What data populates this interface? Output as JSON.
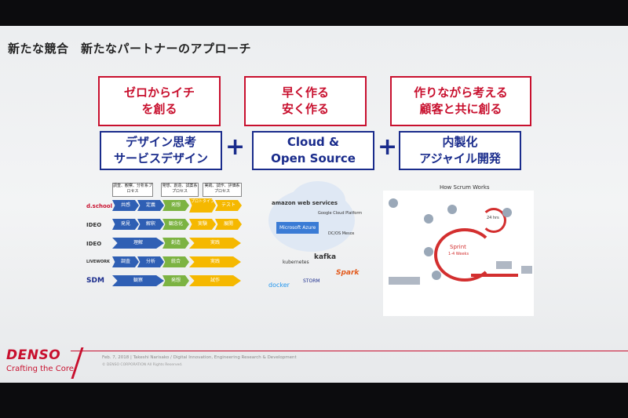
{
  "slide": {
    "title": "新たな競合　新たなパートナーのアプローチ",
    "red_boxes": [
      {
        "line1": "ゼロからイチ",
        "line2": "を創る"
      },
      {
        "line1": "早く作る",
        "line2": "安く作る"
      },
      {
        "line1": "作りながら考える",
        "line2": "顧客と共に創る"
      }
    ],
    "blue_boxes": [
      {
        "line1": "デザイン思考",
        "line2": "サービスデザイン"
      },
      {
        "line1": "Cloud &",
        "line2": "Open Source"
      },
      {
        "line1": "内製化",
        "line2": "アジャイル開発"
      }
    ],
    "plus_sign": "+",
    "process_chart": {
      "headers": [
        "調査、観察、分析系プロセス",
        "発想、創造、試案系プロセス",
        "実践、試作、評価系プロセス"
      ],
      "rows": [
        {
          "logo": "d.school",
          "cells": [
            "共感",
            "定義",
            "発想",
            "プロトタイプ",
            "テスト"
          ]
        },
        {
          "logo": "IDEO",
          "cells": [
            "発見",
            "解釈",
            "観念化",
            "実験",
            "展開"
          ]
        },
        {
          "logo": "IDEO",
          "cells": [
            "理解",
            "創造",
            "実践"
          ]
        },
        {
          "logo": "LIVEWORK",
          "cells": [
            "調査",
            "分析",
            "統合",
            "実践"
          ]
        },
        {
          "logo": "SDM",
          "cells": [
            "観察",
            "発想",
            "試作"
          ]
        }
      ]
    },
    "cloud_logos": [
      "amazon web services",
      "Google Cloud Platform",
      "Microsoft Azure",
      "DC/OS Mesos",
      "kubernetes",
      "kafka",
      "docker",
      "STORM",
      "Spark"
    ],
    "scrum": {
      "title": "How Scrum Works",
      "sprint_label": "Sprint",
      "sprint_duration": "1-4 Weeks",
      "daily": "24 hrs"
    },
    "footer": {
      "brand": "DENSO",
      "tagline": "Crafting the Core",
      "text": "Feb. 7, 2018 | Takeshi Narisako / Digital Innovation, Engineering Research & Development",
      "copyright": "© DENSO CORPORATION  All Rights Reserved."
    },
    "colors": {
      "accent_red": "#c8102e",
      "accent_blue": "#1a2c8c"
    }
  }
}
